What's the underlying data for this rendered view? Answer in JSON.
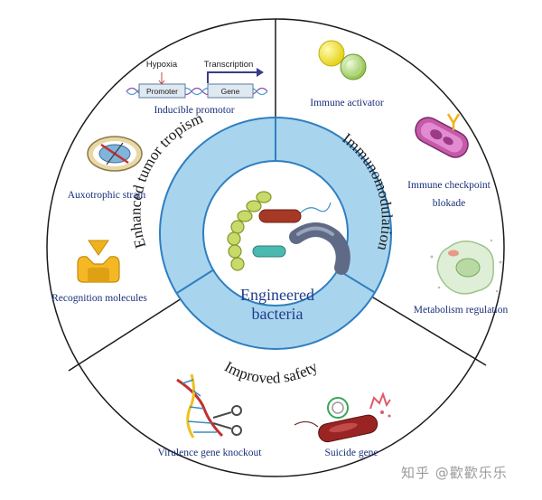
{
  "center": {
    "line1": "Engineered",
    "line2": "bacteria"
  },
  "ring": {
    "tumor_tropism": "Enhanced tumor tropism",
    "immunomodulation": "Immunomodulation",
    "safety": "Improved safety"
  },
  "items": {
    "hypoxia": "Hypoxia",
    "transcription": "Transcription",
    "promoter": "Promoter",
    "gene": "Gene",
    "inducible_promotor": "Inducible promotor",
    "auxotrophic_strain": "Auxotrophic strain",
    "recognition_molecules": "Recognition molecules",
    "immune_activator": "Immune activator",
    "immune_checkpoint_line1": "Immune checkpoint",
    "immune_checkpoint_line2": "blokade",
    "metabolism_regulation": "Metabolism regulation",
    "virulence_gene_knockout": "Virulence gene knockout",
    "suicide_gene": "Suicide gene"
  },
  "watermark": {
    "text": "知乎 @歡歡乐乐"
  },
  "colors": {
    "ring_fill": "#a9d4ee",
    "ring_stroke": "#2e7fc0",
    "center_text": "#1f3d8a",
    "label_text": "#1a2f7a"
  }
}
